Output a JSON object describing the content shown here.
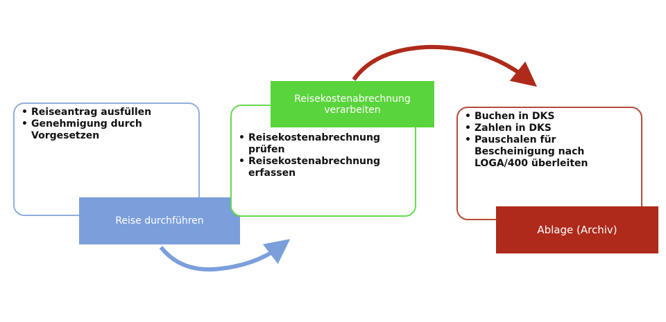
{
  "stages": [
    {
      "items": [
        "Reiseantrag ausfüllen",
        "Genehmigung durch Vorgesetzen"
      ],
      "label": "Reise durchführen",
      "color": "#7b9fdb"
    },
    {
      "items": [
        "Reisekostenabrechnung prüfen",
        "Reisekostenabrechnung erfassen"
      ],
      "label": "Reisekostenabrechnung verarbeiten",
      "color": "#5ad43c"
    },
    {
      "items": [
        "Buchen in DKS",
        "Zahlen in DKS",
        "Pauschalen für Bescheinigung nach LOGA/400 überleiten"
      ],
      "label": "Ablage (Archiv)",
      "color": "#ae2a1a"
    }
  ],
  "connectors": [
    {
      "from": "blue",
      "to": "green",
      "icon": "curved-arrow-icon",
      "color": "#7b9fdb"
    },
    {
      "from": "green",
      "to": "red",
      "icon": "curved-arrow-icon",
      "color": "#ae2a1a"
    }
  ]
}
